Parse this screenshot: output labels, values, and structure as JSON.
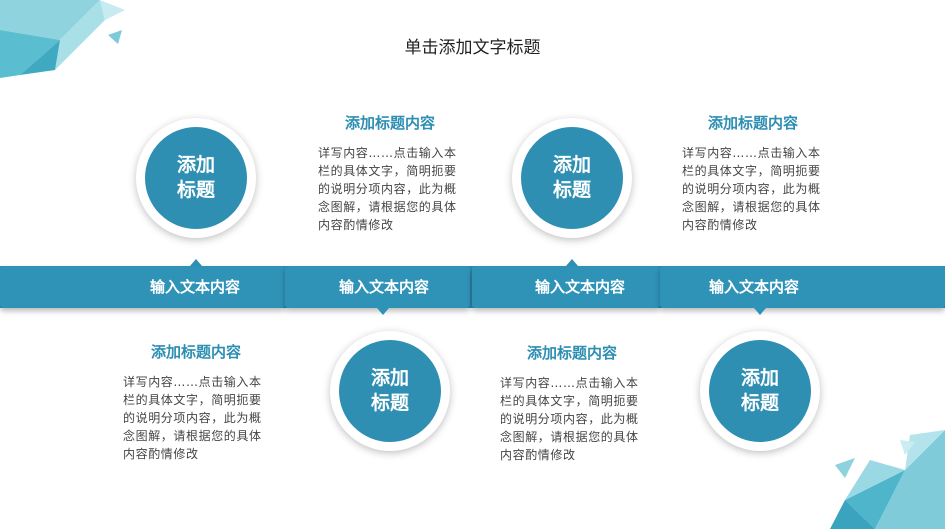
{
  "slide": {
    "title": "单击添加文字标题"
  },
  "colors": {
    "accent": "#2e8fb3",
    "text": "#444444",
    "title": "#222222"
  },
  "timeline": [
    {
      "segment_label": "输入文本内容",
      "circle_text": "添加标题",
      "item_title": "添加标题内容",
      "item_body": "详写内容……点击输入本栏的具体文字，简明扼要的说明分项内容，此为概念图解，请根据您的具体内容酌情修改"
    },
    {
      "segment_label": "输入文本内容",
      "circle_text": "添加标题",
      "item_title": "添加标题内容",
      "item_body": "详写内容……点击输入本栏的具体文字，简明扼要的说明分项内容，此为概念图解，请根据您的具体内容酌情修改"
    },
    {
      "segment_label": "输入文本内容",
      "circle_text": "添加标题",
      "item_title": "添加标题内容",
      "item_body": "详写内容……点击输入本栏的具体文字，简明扼要的说明分项内容，此为概念图解，请根据您的具体内容酌情修改"
    },
    {
      "segment_label": "输入文本内容",
      "circle_text": "添加标题",
      "item_title": "添加标题内容",
      "item_body": "详写内容……点击输入本栏的具体文字，简明扼要的说明分项内容，此为概念图解，请根据您的具体内容酌情修改"
    }
  ]
}
